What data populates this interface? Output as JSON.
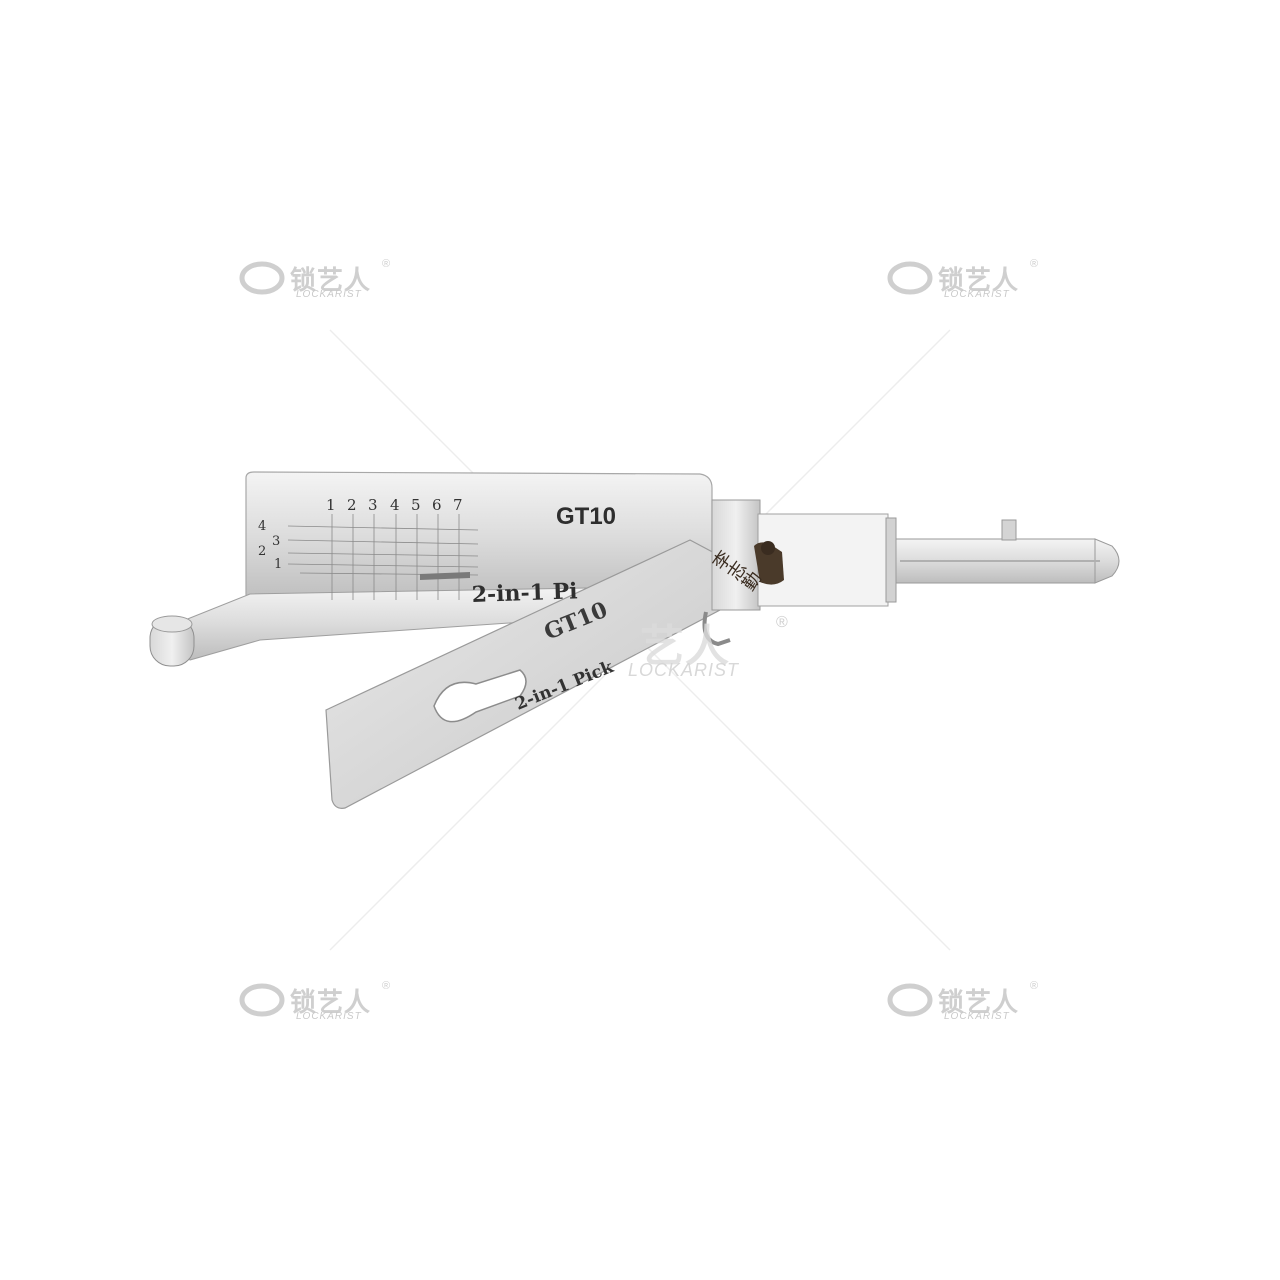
{
  "watermarks": [
    {
      "brand_cn": "锁艺人",
      "brand_en": "LOCKARIST",
      "reg": "®"
    },
    {
      "brand_cn": "锁艺人",
      "brand_en": "LOCKARIST",
      "reg": "®"
    },
    {
      "brand_cn": "锁艺人",
      "brand_en": "LOCKARIST",
      "reg": "®"
    },
    {
      "brand_cn": "锁艺人",
      "brand_en": "LOCKARIST",
      "reg": "®"
    }
  ],
  "center_watermark": {
    "brand_cn": "艺人",
    "brand_en": "LOCKARIST",
    "reg": "®"
  },
  "tool": {
    "model_top": "GT10",
    "model_blade": "GT10",
    "label_top": "2-in-1 Pi",
    "label_blade": "2-in-1 Pick",
    "columns": [
      "1",
      "2",
      "3",
      "4",
      "5",
      "6",
      "7"
    ],
    "rows": [
      "4",
      "3",
      "2",
      "1"
    ],
    "stamp_cn": "李志勤",
    "colors": {
      "steel_light": "#ececec",
      "steel_mid": "#cfcfcf",
      "steel_dark": "#8f8f8f"
    }
  }
}
